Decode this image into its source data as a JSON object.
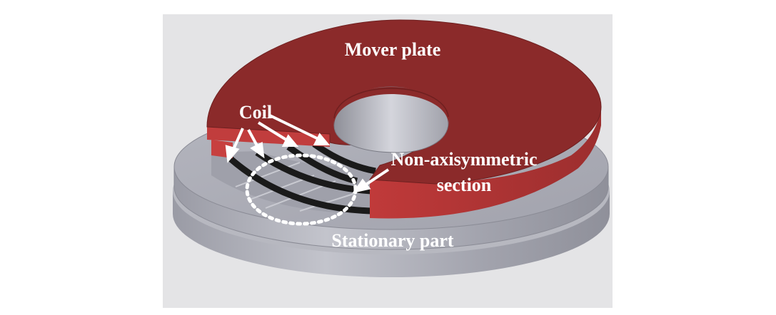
{
  "labels": {
    "mover": "Mover plate",
    "coil": "Coil",
    "non_axisymmetric_line1": "Non-axisymmetric",
    "non_axisymmetric_line2": "section",
    "stationary": "Stationary part"
  },
  "colors": {
    "background_panel": "#e4e4e6",
    "mover_plate": "#8b2a2a",
    "stationary_part": "#a9aab3",
    "coil": "#1a1a1a",
    "label_text": "#ffffff"
  }
}
